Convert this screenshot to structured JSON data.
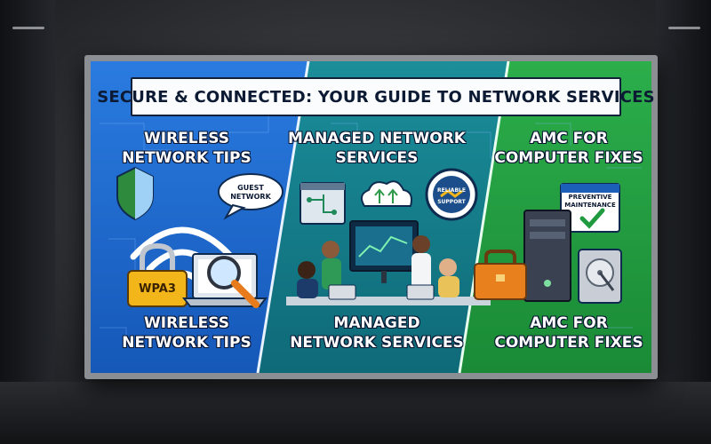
{
  "banner_title": "SECURE & CONNECTED: YOUR GUIDE TO NETWORK SERVICES",
  "panels": [
    {
      "heading_line1": "WIRELESS",
      "heading_line2": "NETWORK TIPS",
      "footer_line1": "WIRELESS",
      "footer_line2": "NETWORK TIPS",
      "bubble_line1": "GUEST",
      "bubble_line2": "NETWORK",
      "lock_label": "WPA3",
      "color": "#1a63c8"
    },
    {
      "heading_line1": "MANAGED NETWORK",
      "heading_line2": "SERVICES",
      "footer_line1": "MANAGED",
      "footer_line2": "NETWORK SERVICES",
      "badge_line1": "RELIABLE",
      "badge_line2": "SUPPORT",
      "color": "#117a86"
    },
    {
      "heading_line1": "AMC FOR",
      "heading_line2": "COMPUTER FIXES",
      "footer_line1": "AMC FOR",
      "footer_line2": "COMPUTER FIXES",
      "calendar_line1": "PREVENTIVE",
      "calendar_line2": "MAINTENANCE",
      "color": "#1f9a3e"
    }
  ]
}
